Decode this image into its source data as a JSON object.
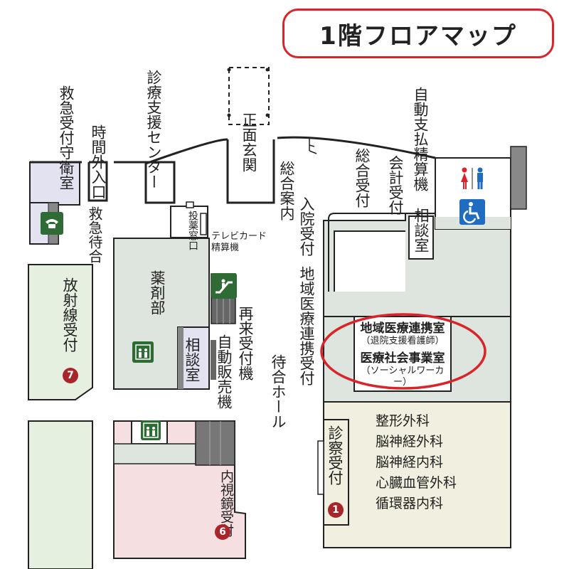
{
  "title": "1階フロアマップ",
  "areas": {
    "security": "救急受付守衛室",
    "night_entrance": "時間外入口",
    "emergency_wait": "救急待合",
    "radiology": "放射線受付",
    "radiology_badge": "7",
    "support_center": "診療支援センター",
    "pharmacy_window": "投薬窓口",
    "pharmacy": "薬剤部",
    "consult_left": "相談室",
    "tv_card": "テレビカード精算機",
    "reentry": "再来受付機",
    "vending": "自動販売機",
    "main_entrance": "正面玄関",
    "info": "総合案内",
    "admission": "入院受付",
    "regional_desk": "地域医療連携受付",
    "waiting_hall": "待合ホール",
    "general_reception": "総合受付",
    "cashier": "会計受付",
    "auto_payment": "自動支払精算機",
    "consult_right": "相談室",
    "regional_office": "地域医療連携室",
    "regional_office_sub": "（退院支援看護師）",
    "social_work": "医療社会事業室",
    "social_work_sub": "（ソーシャルワーカー）",
    "exam_reception": "診察受付",
    "exam_badge": "1",
    "endoscopy": "内視鏡受付",
    "endoscopy_badge": "6"
  },
  "departments": [
    "整形外科",
    "脳神経外科",
    "脳神経内科",
    "心臓血管外科",
    "循環器内科"
  ],
  "colors": {
    "accent": "#d9252a",
    "green_room": "#e6f0e0",
    "gray_room": "#dee4de",
    "purple_room": "#e2e2f1",
    "pink_room": "#f6dfe1",
    "cream_room": "#f1efdf",
    "badge": "#a8262b",
    "icon_green": "#2e6b35",
    "icon_blue": "#1f6cc0"
  },
  "icons": [
    "phone-icon",
    "elevator-icon",
    "escalator-icon",
    "restroom-icon",
    "wheelchair-icon"
  ]
}
